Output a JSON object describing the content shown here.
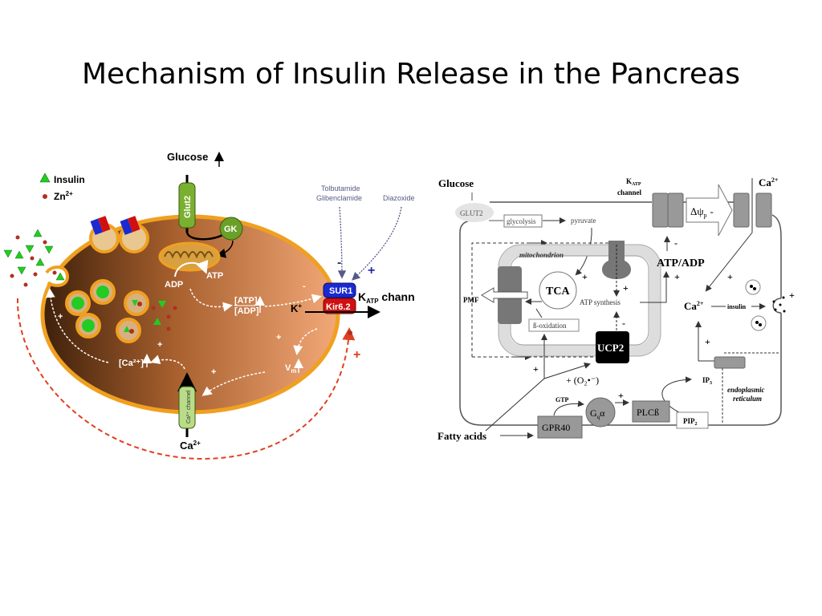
{
  "slide": {
    "title": "Mechanism of Insulin Release in the Pancreas"
  },
  "left_diagram": {
    "glucose": "Glucose",
    "legend": {
      "insulin": "Insulin",
      "zinc": "Zn",
      "zinc_sup": "2+"
    },
    "glut2": "Glut2",
    "gk": "GK",
    "adp": "ADP",
    "atp": "ATP",
    "ratio_top": "[ATP]",
    "ratio_bottom": "[ADP]",
    "drugs": {
      "tolbutamide": "Tolbutamide",
      "glibenclamide": "Glibenclamide",
      "diazoxide": "Diazoxide"
    },
    "drug_minus": "-",
    "drug_plus": "+",
    "sur1": "SUR1",
    "kir": "Kir6.2",
    "katp": "K",
    "katp_sub": "ATP",
    "katp_rest": " chann",
    "k_ion": "K",
    "k_sup": "+",
    "ca_channel": "Ca²⁺ channel",
    "ca_ion": "Ca",
    "ca_sup": "2+",
    "ca_conc": "[Ca²⁺]",
    "vm": "V",
    "vm_sub": "m",
    "plus": "+",
    "minus": "-",
    "colors": {
      "cell_dark": "#4a2a10",
      "cell_light": "#f0a070",
      "membrane": "#f0a020",
      "channel_green": "#7ab030",
      "sur1": "#1a2ad0",
      "kir": "#d01010",
      "insulin": "#22cc22",
      "zinc": "#b03020",
      "dashed": "#e04020"
    }
  },
  "right_diagram": {
    "glucose": "Glucose",
    "glut2": "GLUT2",
    "glycolysis": "glycolysis",
    "pyruvate": "pyruvate",
    "katp_k": "K",
    "katp_sub": "ATP",
    "katp_channel": "channel",
    "delta_psi": "Δψ",
    "delta_psi_sub": "p",
    "delta_minus": "-",
    "ca": "Ca",
    "ca_sup": "2+",
    "mitochondrion": "mitochondrion",
    "pmf": "PMF",
    "tca": "TCA",
    "atp_synthesis": "ATP synthesis",
    "beta_oxidation": "ß-oxidation",
    "ucp2": "UCP2",
    "atp_adp": "ATP/ADP",
    "insulin": "insulin",
    "ip3": "IP",
    "ip3_sub": "3",
    "er_line1": "endoplasmic",
    "er_line2": "reticulum",
    "plcb": "PLCß",
    "pip2": "PIP",
    "pip2_sub": "2",
    "gqa": "G",
    "gqa_sub": "q",
    "gqa_alpha": "α",
    "gtp": "GTP",
    "gpr40": "GPR40",
    "fatty_acids": "Fatty acids",
    "superoxide": "+ (O₂•⁻)",
    "plus": "+",
    "minus": "-"
  }
}
